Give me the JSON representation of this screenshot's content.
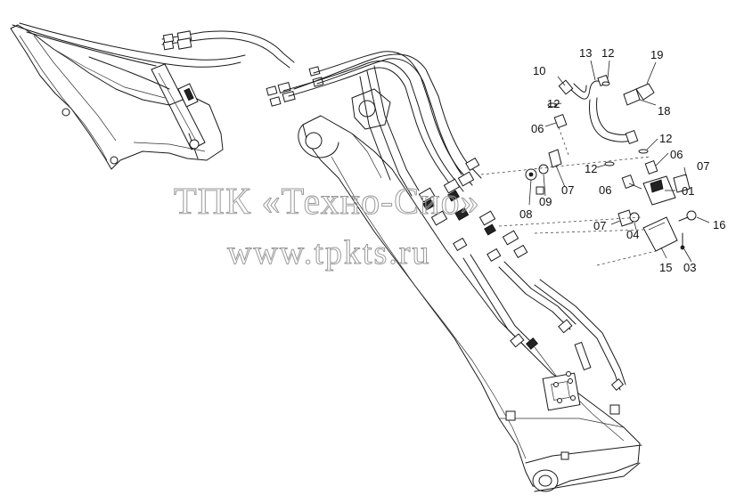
{
  "watermark": {
    "line1": "ТПК «Техно-Сио»",
    "line2": "www.tpkts.ru"
  },
  "callouts": [
    {
      "id": "c13",
      "text": "13"
    },
    {
      "id": "c12a",
      "text": "12"
    },
    {
      "id": "c19",
      "text": "19"
    },
    {
      "id": "c10",
      "text": "10"
    },
    {
      "id": "c18",
      "text": "18"
    },
    {
      "id": "c12b",
      "text": "12"
    },
    {
      "id": "c06a",
      "text": "06"
    },
    {
      "id": "c12c",
      "text": "12"
    },
    {
      "id": "c06b",
      "text": "06"
    },
    {
      "id": "c12d",
      "text": "12"
    },
    {
      "id": "c07a",
      "text": "07"
    },
    {
      "id": "c06c",
      "text": "06"
    },
    {
      "id": "c07b",
      "text": "07"
    },
    {
      "id": "c01",
      "text": "01"
    },
    {
      "id": "c09",
      "text": "09"
    },
    {
      "id": "c08",
      "text": "08"
    },
    {
      "id": "c16",
      "text": "16"
    },
    {
      "id": "c07c",
      "text": "07"
    },
    {
      "id": "c04",
      "text": "04"
    },
    {
      "id": "c15",
      "text": "15"
    },
    {
      "id": "c03",
      "text": "03"
    }
  ]
}
